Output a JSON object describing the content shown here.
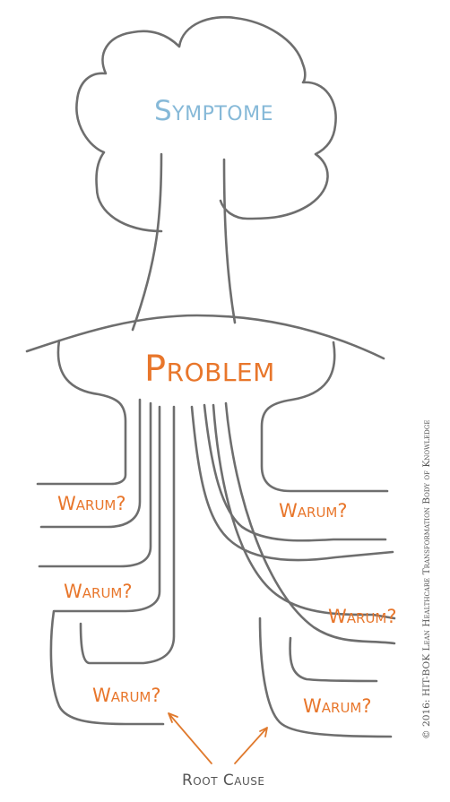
{
  "symptome_label": "Symptome",
  "problem_label": "Problem",
  "warum_labels": [
    "Warum?",
    "Warum?",
    "Warum?",
    "Warum?",
    "Warum?",
    "Warum?"
  ],
  "root_cause_label": "Root Cause",
  "copyright": "© 2016: HIT-BOK Lean Healthcare Transformation Body of Knowledge",
  "colors": {
    "symptome": "#86b9d8",
    "problem_and_warum": "#e8762b",
    "lines": "#6e6e6e",
    "text_gray": "#555555"
  }
}
